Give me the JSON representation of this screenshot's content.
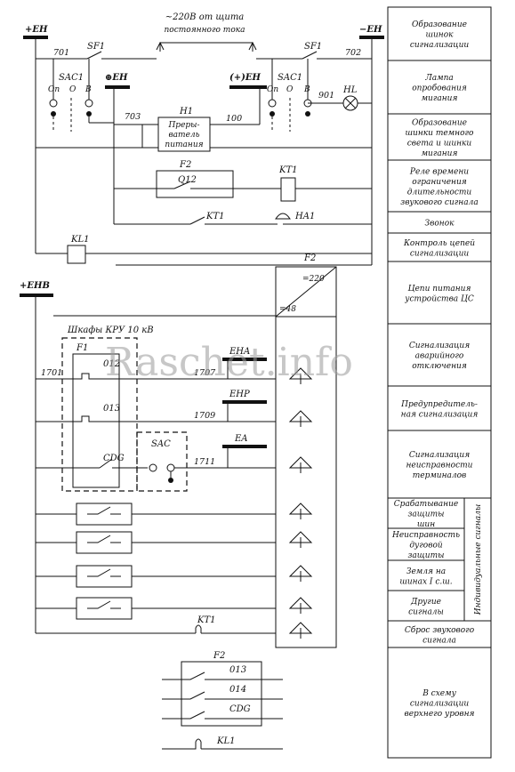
{
  "diagram": {
    "supply": {
      "label": "~220В от щита",
      "label2": "постоянного тока"
    },
    "buses": {
      "plus_eh": "+EH",
      "minus_eh": "−EH",
      "plus_ehb": "+EHB",
      "ch_eh": "⊕EH",
      "pm_eh": "(+)EH"
    },
    "switches": {
      "sf1_left": "SF1",
      "sf1_right": "SF1",
      "sac1_left": "SAC1",
      "sac1_right": "SAC1",
      "sac": "SAC"
    },
    "positions": {
      "on": "On",
      "o": "O",
      "b": "B"
    },
    "nodes": {
      "n701": "701",
      "n702": "702",
      "n703": "703",
      "n100": "100",
      "n901": "901",
      "n1701": "1701",
      "n1707": "1707",
      "n1709": "1709",
      "n1711": "1711"
    },
    "h1": {
      "tag": "H1",
      "line1": "Преры-",
      "line2": "ватель",
      "line3": "питания"
    },
    "hl": "HL",
    "f2_top": "F2",
    "q12": "Q12",
    "kt1": "KT1",
    "ha1": "HA1",
    "kl1": "KL1",
    "f2_conv": {
      "tag": "F2",
      "v220": "=220",
      "v48": "=48"
    },
    "kru": {
      "title": "Шкафы КРУ 10 кВ",
      "f1": "F1",
      "c012": "012",
      "c013": "013",
      "cdg": "CDG"
    },
    "bus_labels": {
      "eha": "EHA",
      "ehp": "EHP",
      "ea": "EA"
    },
    "kt1_bottom": "KT1",
    "f2_bottom": {
      "tag": "F2",
      "c013": "013",
      "c014": "014",
      "cdg": "CDG"
    },
    "kl1_bottom": "KL1"
  },
  "legend": {
    "items": [
      {
        "lines": [
          "Образование",
          "шинок",
          "сигнализации"
        ]
      },
      {
        "lines": [
          "Лампа",
          "опробования",
          "мигания"
        ]
      },
      {
        "lines": [
          "Образование",
          "шинки темного",
          "света и шинки",
          "мигания"
        ]
      },
      {
        "lines": [
          "Реле времени",
          "ограничения",
          "длительности",
          "звукового сигнала"
        ]
      },
      {
        "lines": [
          "Звонок"
        ]
      },
      {
        "lines": [
          "Контроль цепей",
          "сигнализации"
        ]
      },
      {
        "lines": [
          "Цепи питания",
          "устройства ЦС"
        ]
      },
      {
        "lines": [
          "Сигнализация",
          "аварийного",
          "отключения"
        ]
      },
      {
        "lines": [
          "Предупредитель-",
          "ная сигнализация"
        ]
      },
      {
        "lines": [
          "Сигнализация",
          "неисправности",
          "терминалов"
        ]
      },
      {
        "lines": [
          "Срабатывание",
          "защиты",
          "шин"
        ]
      },
      {
        "lines": [
          "Неисправность",
          "дуговой",
          "защиты"
        ]
      },
      {
        "lines": [
          "Земля на",
          "шинах I с.ш."
        ]
      },
      {
        "lines": [
          "Другие",
          "сигналы"
        ]
      },
      {
        "lines": [
          "Сброс звукового",
          "сигнала"
        ]
      },
      {
        "lines": [
          "В схему",
          "сигнализации",
          "верхнего уровня"
        ]
      }
    ],
    "group_label": "Индивидуальные сигналы"
  },
  "watermark": "Raschet.info"
}
